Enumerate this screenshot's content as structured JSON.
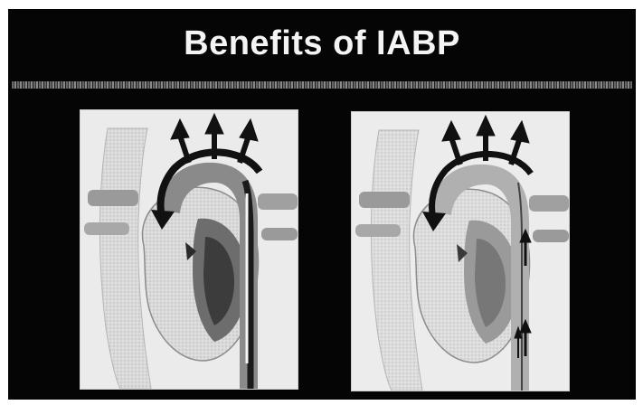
{
  "slide": {
    "title": "Benefits of IABP",
    "background_color": "#050505",
    "title_color": "#f4f4f4"
  },
  "figures": [
    {
      "phase": "diastole",
      "balloon_state": "inflated",
      "arrow_direction": "retrograde"
    },
    {
      "phase": "systole",
      "balloon_state": "deflated",
      "arrow_direction": "antegrade"
    }
  ]
}
